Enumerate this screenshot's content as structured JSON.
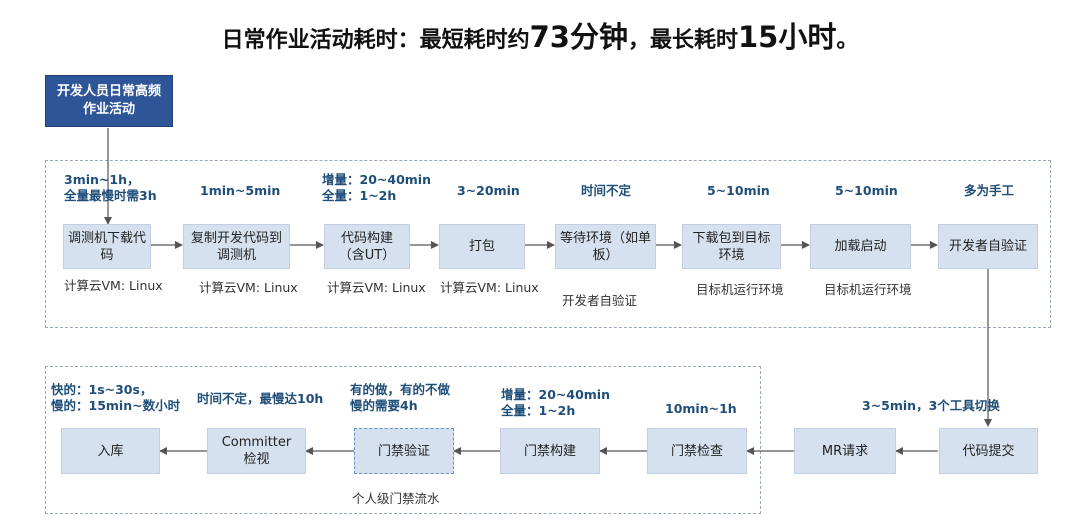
{
  "title": {
    "part1": "日常作业活动耗时：最短耗时约",
    "min_value": "73分钟",
    "part2": "，最长耗时",
    "max_value": "15小时",
    "part3": "。"
  },
  "start_box": "开发人员日常高频作业活动",
  "row1": [
    {
      "label": "调测机下载代码",
      "note": "3min~1h，\n全量最慢时需3h",
      "sub": "计算云VM: Linux"
    },
    {
      "label": "复制开发代码到调测机",
      "note": "1min~5min",
      "sub": "计算云VM: Linux"
    },
    {
      "label": "代码构建（含UT）",
      "note": "增量：20~40min\n全量：1~2h",
      "sub": "计算云VM: Linux"
    },
    {
      "label": "打包",
      "note": "3~20min",
      "sub": "计算云VM: Linux"
    },
    {
      "label": "等待环境（如单板）",
      "note": "时间不定",
      "sub": "开发者自验证"
    },
    {
      "label": "下载包到目标环境",
      "note": "5~10min",
      "sub": "目标机运行环境"
    },
    {
      "label": "加载启动",
      "note": "5~10min",
      "sub": "目标机运行环境"
    },
    {
      "label": "开发者自验证",
      "note": "多为手工",
      "sub": ""
    }
  ],
  "row2": [
    {
      "label": "入库",
      "note": "快的：1s~30s，\n慢的：15min~数小时",
      "sub": ""
    },
    {
      "label": "Committer检视",
      "note": "时间不定，最慢达10h",
      "sub": ""
    },
    {
      "label": "门禁验证",
      "note": "有的做，有的不做\n慢的需要4h",
      "sub": "个人级门禁流水"
    },
    {
      "label": "门禁构建",
      "note": "增量：20~40min\n全量：1~2h",
      "sub": ""
    },
    {
      "label": "门禁检查",
      "note": "10min~1h",
      "sub": ""
    },
    {
      "label": "MR请求",
      "note": "",
      "sub": ""
    },
    {
      "label": "代码提交",
      "note": "3~5min，3个工具切换",
      "sub": ""
    }
  ],
  "colors": {
    "start_fill": "#2e5597",
    "box_fill": "#d6e1ef",
    "note_text": "#1f4e79",
    "arrow": "#555555"
  }
}
